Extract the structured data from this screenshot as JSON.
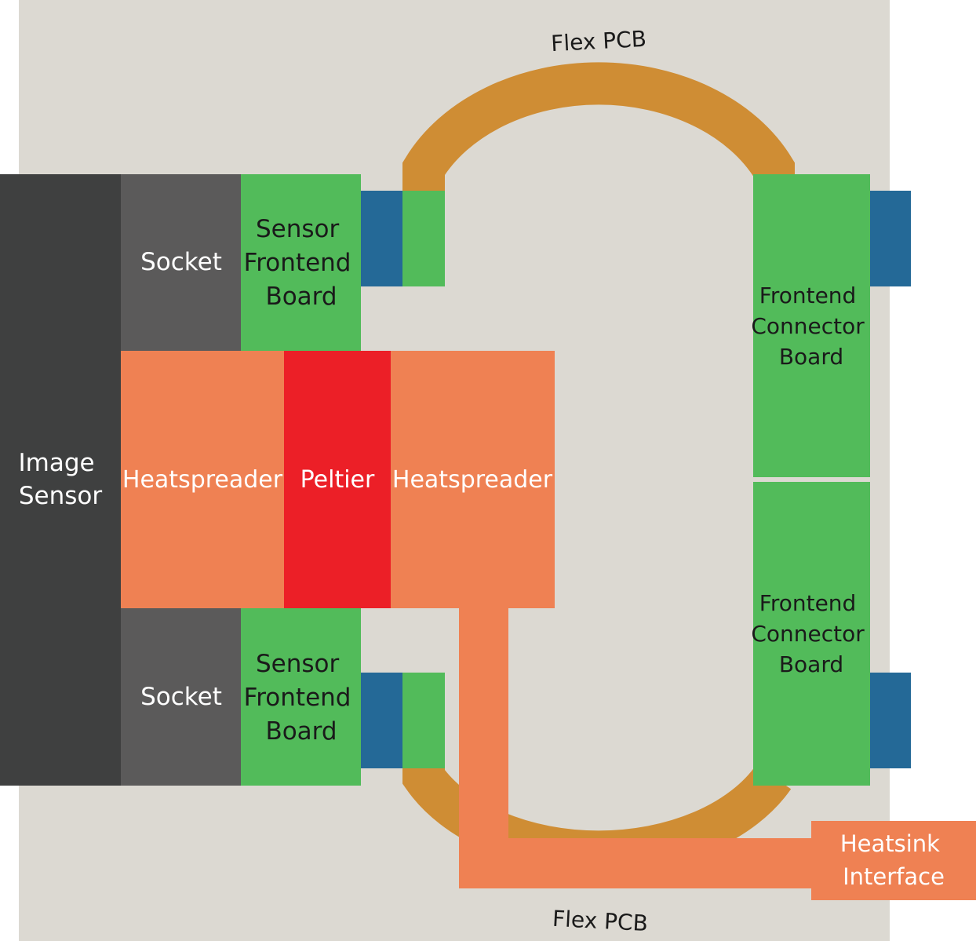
{
  "labels": {
    "image_sensor": [
      "Image",
      "Sensor"
    ],
    "socket_top": "Socket",
    "socket_bottom": "Socket",
    "sensor_frontend_top": [
      "Sensor",
      "Frontend",
      "Board"
    ],
    "sensor_frontend_bottom": [
      "Sensor",
      "Frontend",
      "Board"
    ],
    "heatspreader_left": "Heatspreader",
    "peltier": "Peltier",
    "heatspreader_right": "Heatspreader",
    "frontend_connector_top": [
      "Frontend",
      "Connector",
      "Board"
    ],
    "frontend_connector_bottom": [
      "Frontend",
      "Connector",
      "Board"
    ],
    "flex_pcb_top": "Flex PCB",
    "flex_pcb_bottom": "Flex PCB",
    "heatsink_interface": [
      "Heatsink",
      "Interface"
    ]
  },
  "colors": {
    "housing": "#dcd9d2",
    "image_sensor": "#3f4040",
    "socket": "#5b5a5a",
    "pcb_green": "#52bb5a",
    "connector_blue": "#246997",
    "heatspreader": "#ef8153",
    "peltier": "#ec1f27",
    "flex_pcb": "#cf8d34",
    "white_text": "#ffffff",
    "dark_text": "#1a1a1a"
  }
}
